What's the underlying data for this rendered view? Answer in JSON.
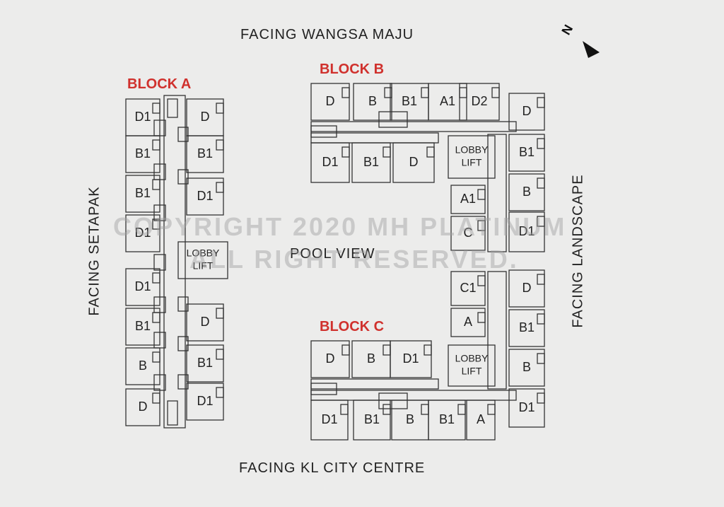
{
  "labels": {
    "top": "FACING WANGSA MAJU",
    "bottom": "FACING KL CITY CENTRE",
    "left": "FACING SETAPAK",
    "right": "FACING LANDSCAPE",
    "center": "POOL VIEW"
  },
  "blocks": {
    "a": "BLOCK A",
    "b": "BLOCK B",
    "c": "BLOCK C"
  },
  "watermark": {
    "line1": "COPYRIGHT 2020 MH PLATINUM",
    "line2": "ALL RIGHT RESERVED."
  },
  "compass": {
    "letter": "N",
    "icon": "north-arrow-icon"
  },
  "lobby": {
    "line1": "LOBBY",
    "line2": "LIFT"
  },
  "units": {
    "block_a_left": [
      "D1",
      "B1",
      "B1",
      "D1",
      "D1",
      "B1",
      "B",
      "D"
    ],
    "block_a_right": [
      "D",
      "B1",
      "D1",
      "D",
      "B1",
      "D1"
    ],
    "block_b_top": [
      "D",
      "B",
      "B1",
      "A1",
      "D2"
    ],
    "block_b_mid": [
      "D1",
      "B1",
      "D"
    ],
    "block_b_inner": [
      "A1",
      "C"
    ],
    "block_b_right": [
      "D",
      "B1",
      "B",
      "D1"
    ],
    "block_c_top": [
      "D",
      "B",
      "D1"
    ],
    "block_c_bottom": [
      "D1",
      "B1",
      "B",
      "B1",
      "A"
    ],
    "block_c_inner": [
      "C1",
      "A"
    ],
    "block_c_right": [
      "D",
      "B1",
      "B",
      "D1"
    ]
  },
  "colors": {
    "background": "#ececeb",
    "block_title": "#d0312d",
    "outline": "#333333"
  }
}
